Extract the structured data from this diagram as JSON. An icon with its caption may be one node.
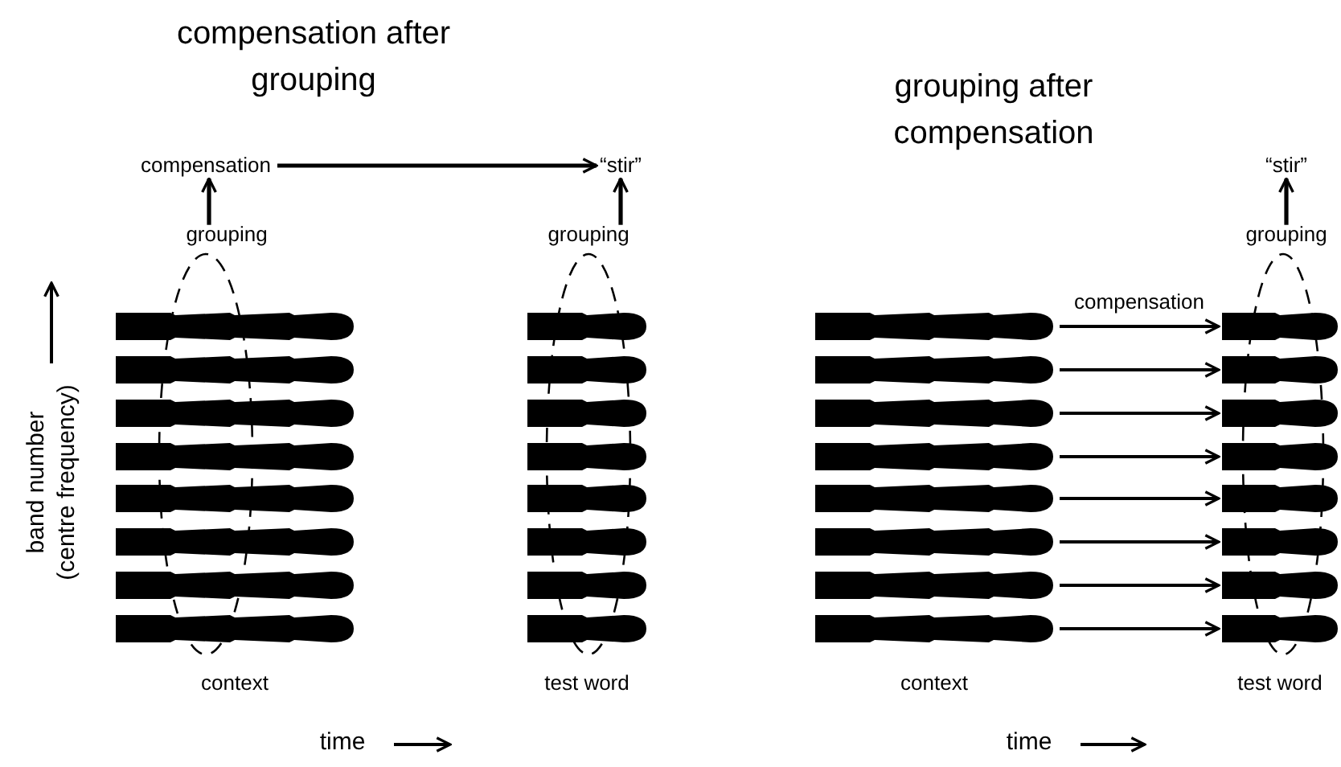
{
  "diagram": {
    "nodes": [
      {
        "text": [
          "compensation"
        ]
      },
      {
        "text": [
          "“stir”"
        ]
      },
      {
        "text": [
          "grouping"
        ]
      },
      {
        "text": [
          "grouping"
        ]
      },
      {
        "text": [],
        "shape": "bar",
        "beside": [
          "context"
        ]
      },
      {
        "text": [],
        "shape": "bar",
        "beside": [
          "test word"
        ]
      },
      {
        "text": [
          "“stir”"
        ]
      },
      {
        "text": [
          "grouping"
        ]
      },
      {
        "text": [],
        "shape": "bar",
        "beside": [
          "context"
        ]
      },
      {
        "text": [],
        "shape": "bar",
        "beside": [
          "test word"
        ]
      },
      {
        "text": [],
        "shape": "ellipse"
      },
      {
        "text": [],
        "shape": "ellipse"
      },
      {
        "text": [],
        "shape": "ellipse"
      }
    ],
    "edges": [
      {
        "from": 2,
        "to": 0,
        "arrow": "to"
      },
      {
        "from": 0,
        "to": 1,
        "arrow": "to"
      },
      {
        "from": 3,
        "to": 1,
        "arrow": "to"
      },
      {
        "from": 7,
        "to": 6,
        "arrow": "to"
      },
      {
        "from": 8,
        "to": 9,
        "arrow": "to",
        "label": "compensation"
      },
      {
        "from": 8,
        "to": 9,
        "arrow": "to"
      },
      {
        "from": 8,
        "to": 9,
        "arrow": "to"
      },
      {
        "from": 8,
        "to": 9,
        "arrow": "to"
      },
      {
        "from": 8,
        "to": 9,
        "arrow": "to"
      },
      {
        "from": 8,
        "to": 9,
        "arrow": "to"
      },
      {
        "from": 8,
        "to": 9,
        "arrow": "to"
      },
      {
        "from": 8,
        "to": 9,
        "arrow": "to"
      }
    ],
    "labels": [
      "compensation after grouping",
      "grouping after compensation",
      "band number (centre frequency)",
      "time",
      "time"
    ]
  }
}
